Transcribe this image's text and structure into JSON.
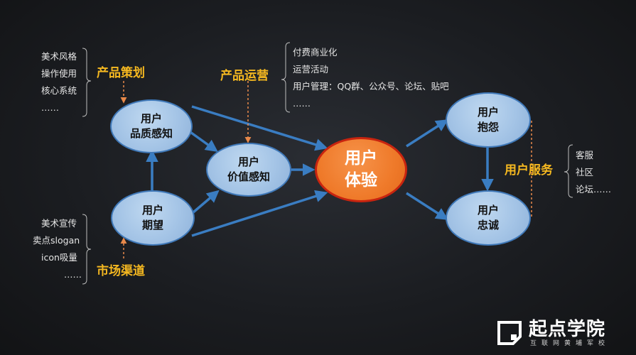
{
  "nodes": {
    "quality": {
      "line1": "用户",
      "line2": "品质感知"
    },
    "value": {
      "line1": "用户",
      "line2": "价值感知"
    },
    "expect": {
      "line1": "用户",
      "line2": "期望"
    },
    "experience": {
      "line1": "用户",
      "line2": "体验"
    },
    "complain": {
      "line1": "用户",
      "line2": "抱怨"
    },
    "loyalty": {
      "line1": "用户",
      "line2": "忠诚"
    }
  },
  "labels": {
    "product_planning": "产品策划",
    "product_ops": "产品运营",
    "market_channel": "市场渠道",
    "user_service": "用户服务"
  },
  "lists": {
    "planning": [
      "美术风格",
      "操作使用",
      "核心系统",
      "……"
    ],
    "ops": [
      "付费商业化",
      "运营活动",
      "用户管理：QQ群、公众号、论坛、贴吧",
      "……"
    ],
    "channel": [
      "美术宣传",
      "卖点slogan",
      "icon吸量",
      "……"
    ],
    "service": [
      "客服",
      "社区",
      "论坛……"
    ]
  },
  "logo": {
    "name": "起点学院",
    "sub": "互联网黄埔军校"
  },
  "colors": {
    "accent_label": "#f5b820",
    "arrow": "#3a7dc2",
    "core_fill": "#ef7a2a",
    "core_border": "#c8240f",
    "node_fill": "#a4c4e6"
  }
}
